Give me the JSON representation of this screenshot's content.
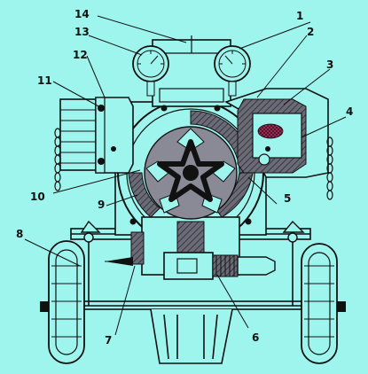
{
  "colors": {
    "background": "#9ef5ee",
    "line": "#111111",
    "section_fill": "#5a5a66"
  },
  "callouts": [
    {
      "id": "1",
      "label": "1"
    },
    {
      "id": "2",
      "label": "2"
    },
    {
      "id": "3",
      "label": "3"
    },
    {
      "id": "4",
      "label": "4"
    },
    {
      "id": "5",
      "label": "5"
    },
    {
      "id": "6",
      "label": "6"
    },
    {
      "id": "7",
      "label": "7"
    },
    {
      "id": "8",
      "label": "8"
    },
    {
      "id": "9",
      "label": "9"
    },
    {
      "id": "10",
      "label": "10"
    },
    {
      "id": "11",
      "label": "11"
    },
    {
      "id": "12",
      "label": "12"
    },
    {
      "id": "13",
      "label": "13"
    },
    {
      "id": "14",
      "label": "14"
    }
  ]
}
